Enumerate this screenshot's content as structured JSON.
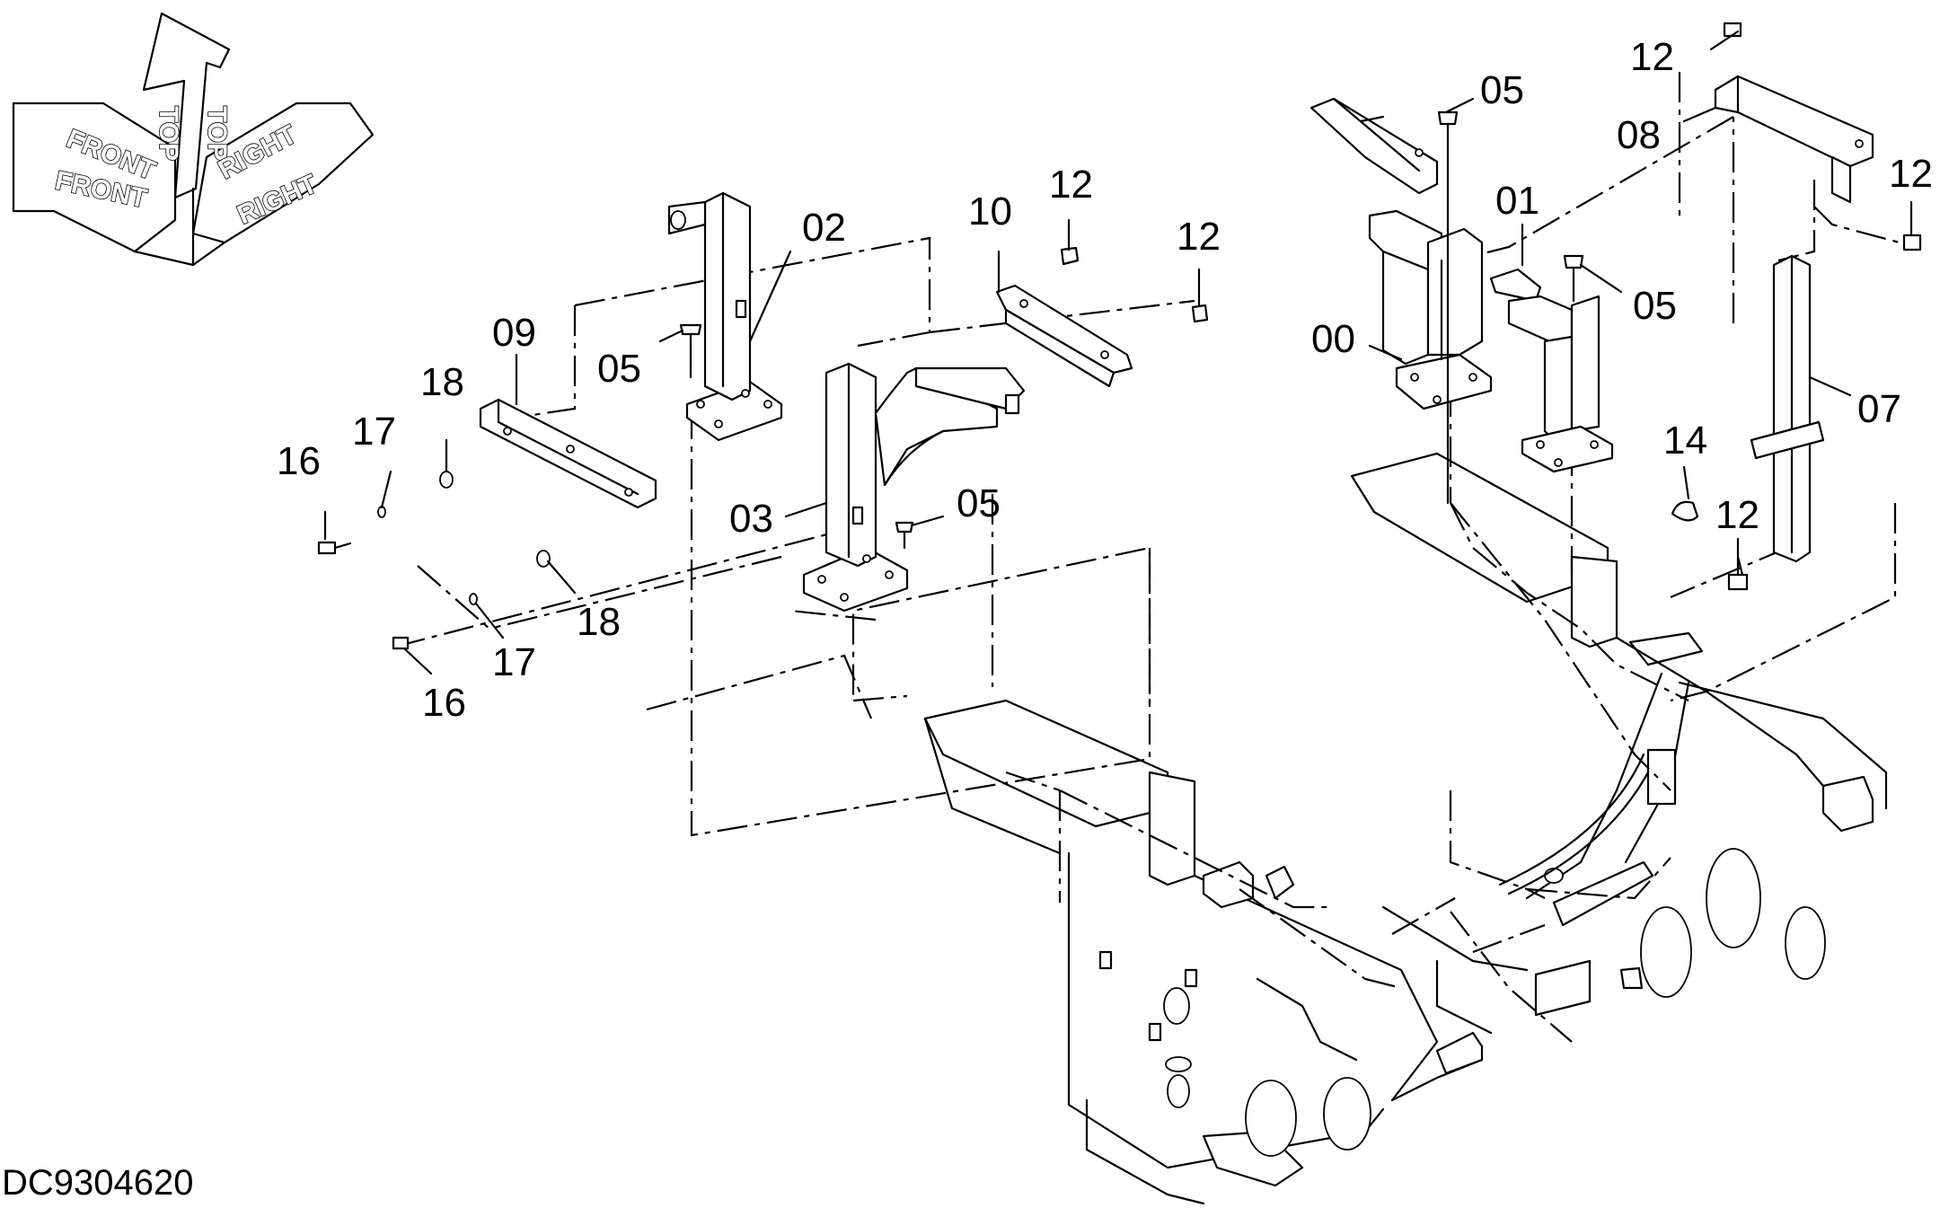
{
  "orientation": {
    "top_label": "TOP",
    "front_label": "FRONT",
    "right_label": "RIGHT"
  },
  "drawing_code": "DC9304620",
  "callouts": [
    {
      "id": "c-00",
      "text": "00"
    },
    {
      "id": "c-01",
      "text": "01"
    },
    {
      "id": "c-02",
      "text": "02"
    },
    {
      "id": "c-03",
      "text": "03"
    },
    {
      "id": "c-05a",
      "text": "05"
    },
    {
      "id": "c-05b",
      "text": "05"
    },
    {
      "id": "c-05c",
      "text": "05"
    },
    {
      "id": "c-05d",
      "text": "05"
    },
    {
      "id": "c-07",
      "text": "07"
    },
    {
      "id": "c-08",
      "text": "08"
    },
    {
      "id": "c-09",
      "text": "09"
    },
    {
      "id": "c-10",
      "text": "10"
    },
    {
      "id": "c-12a",
      "text": "12"
    },
    {
      "id": "c-12b",
      "text": "12"
    },
    {
      "id": "c-12c",
      "text": "12"
    },
    {
      "id": "c-12d",
      "text": "12"
    },
    {
      "id": "c-12e",
      "text": "12"
    },
    {
      "id": "c-14",
      "text": "14"
    },
    {
      "id": "c-16a",
      "text": "16"
    },
    {
      "id": "c-16b",
      "text": "16"
    },
    {
      "id": "c-17a",
      "text": "17"
    },
    {
      "id": "c-17b",
      "text": "17"
    },
    {
      "id": "c-18a",
      "text": "18"
    },
    {
      "id": "c-18b",
      "text": "18"
    }
  ]
}
